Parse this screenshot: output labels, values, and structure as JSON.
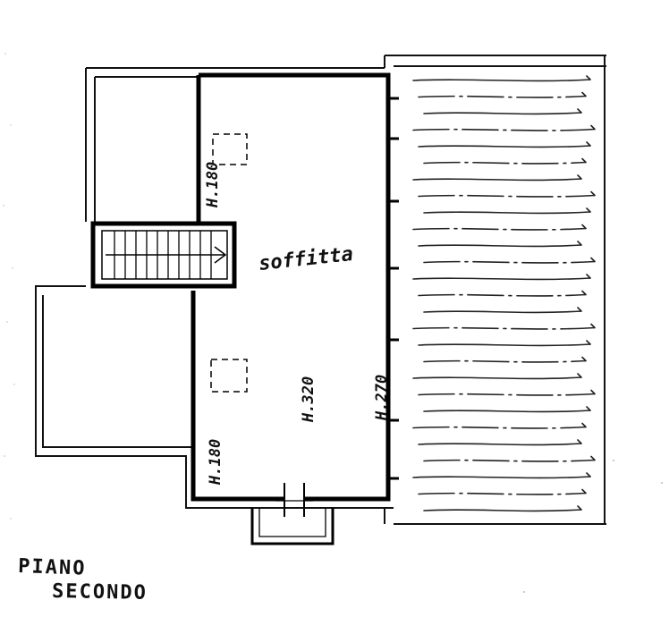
{
  "labels": {
    "room": "soffitta",
    "height_left_top": "H.180",
    "height_center": "H.320",
    "height_right": "H.270",
    "height_left_bottom": "H.180"
  },
  "title": {
    "line1": "PIANO",
    "line2": "SECONDO"
  }
}
